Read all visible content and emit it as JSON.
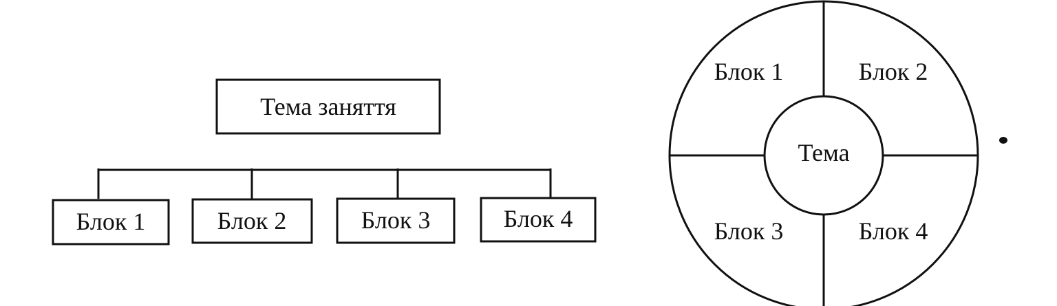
{
  "tree": {
    "root_label": "Тема заняття",
    "blocks": [
      "Блок 1",
      "Блок 2",
      "Блок 3",
      "Блок 4"
    ]
  },
  "wheel": {
    "center_label": "Тема",
    "sectors": [
      "Блок 1",
      "Блок 2",
      "Блок 3",
      "Блок 4"
    ]
  },
  "colors": {
    "ink": "#111111",
    "background": "#ffffff"
  }
}
